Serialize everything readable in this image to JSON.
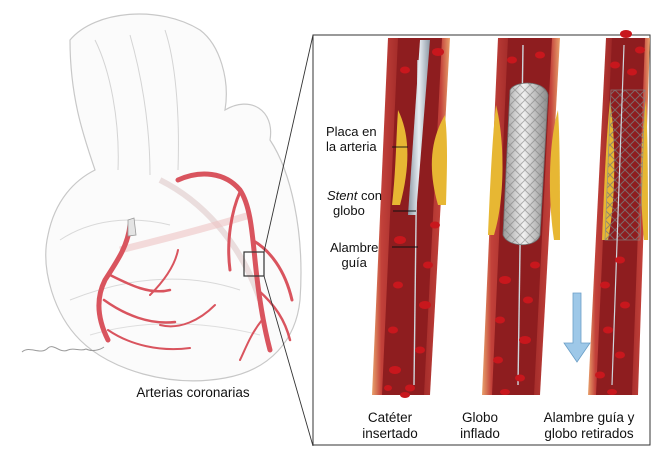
{
  "heart": {
    "caption": "Arterias coronarias"
  },
  "callouts": {
    "plaque": {
      "line1": "Placa en",
      "line2": "la arteria"
    },
    "stent": {
      "italic": "Stent",
      "rest": " con",
      "line2": "globo"
    },
    "wire": {
      "line1": "Alambre",
      "line2": "guía"
    }
  },
  "panels": [
    {
      "line1": "Catéter",
      "line2": "insertado"
    },
    {
      "line1": "Globo",
      "line2": "inflado"
    },
    {
      "line1": "Alambre guía y",
      "line2": "globo retirados"
    }
  ],
  "colors": {
    "vessel_wall": "#c2413a",
    "vessel_lumen": "#8e1d1f",
    "plaque": "#e7b733",
    "blood_cell": "#c8171d",
    "heart_line": "#bdbdbd",
    "coronary": "#d9545e",
    "arrow": "#9ec8e8"
  }
}
